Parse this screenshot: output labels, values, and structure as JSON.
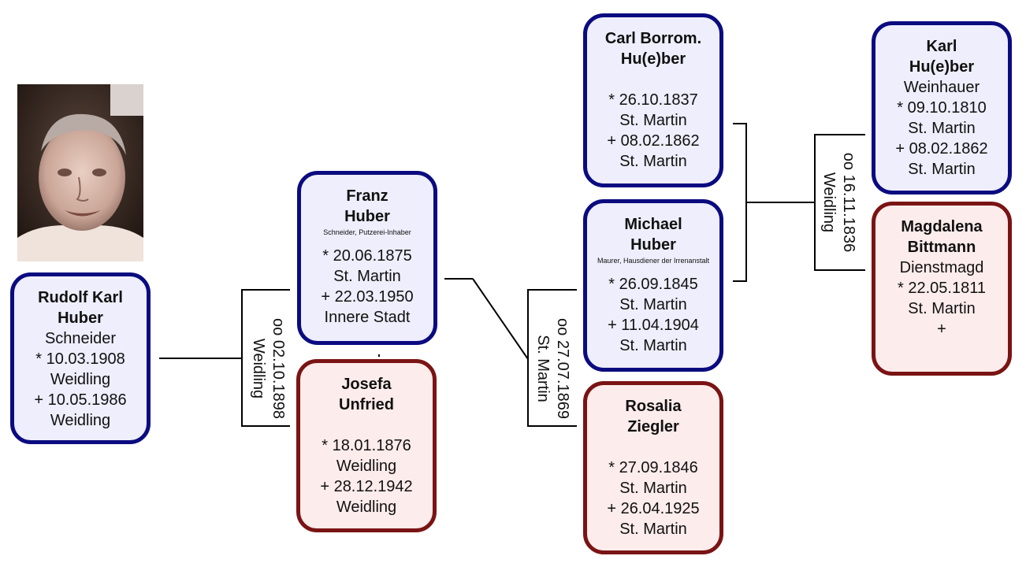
{
  "colors": {
    "male_border": "#0b0b80",
    "male_fill": "#eeeefc",
    "female_border": "#7a1414",
    "female_fill": "#fceceb"
  },
  "photo": {
    "subject": "Rudolf Karl Huber"
  },
  "persons": {
    "rudolf": {
      "name1": "Rudolf Karl",
      "name2": "Huber",
      "occupation": "Schneider",
      "birth": "* 10.03.1908",
      "birth_place": "Weidling",
      "death": "+ 10.05.1986",
      "death_place": "Weidling"
    },
    "franz": {
      "name1": "Franz",
      "name2": "Huber",
      "occupation": "Schneider, Putzerei-Inhaber",
      "birth": "* 20.06.1875",
      "birth_place": "St. Martin",
      "death": "+ 22.03.1950",
      "death_place": "Innere Stadt"
    },
    "josefa": {
      "name1": "Josefa",
      "name2": "Unfried",
      "birth": "* 18.01.1876",
      "birth_place": "Weidling",
      "death": "+ 28.12.1942",
      "death_place": "Weidling"
    },
    "carl": {
      "name1": "Carl Borrom.",
      "name2": "Hu(e)ber",
      "birth": "* 26.10.1837",
      "birth_place": "St. Martin",
      "death": "+ 08.02.1862",
      "death_place": "St. Martin"
    },
    "michael": {
      "name1": "Michael",
      "name2": "Huber",
      "occupation": "Maurer, Hausdiener der Irrenanstalt",
      "birth": "* 26.09.1845",
      "birth_place": "St. Martin",
      "death": "+ 11.04.1904",
      "death_place": "St. Martin"
    },
    "rosalia": {
      "name1": "Rosalia",
      "name2": "Ziegler",
      "birth": "* 27.09.1846",
      "birth_place": "St. Martin",
      "death": "+ 26.04.1925",
      "death_place": "St. Martin"
    },
    "karl": {
      "name1": "Karl",
      "name2": "Hu(e)ber",
      "occupation": "Weinhauer",
      "birth": "* 09.10.1810",
      "birth_place": "St. Martin",
      "death": "+ 08.02.1862",
      "death_place": "St. Martin"
    },
    "magdalena": {
      "name1": "Magdalena",
      "name2": "Bittmann",
      "occupation": "Dienstmagd",
      "birth": "* 22.05.1811",
      "birth_place": "St. Martin",
      "death": "+"
    }
  },
  "marriages": {
    "m1": {
      "line1": "oo 02.10.1898",
      "line2": "Weidling"
    },
    "m2": {
      "line1": "oo 27.07.1869",
      "line2": "St. Martin"
    },
    "m3": {
      "line1": "oo 16.11.1836",
      "line2": "Weidling"
    }
  }
}
